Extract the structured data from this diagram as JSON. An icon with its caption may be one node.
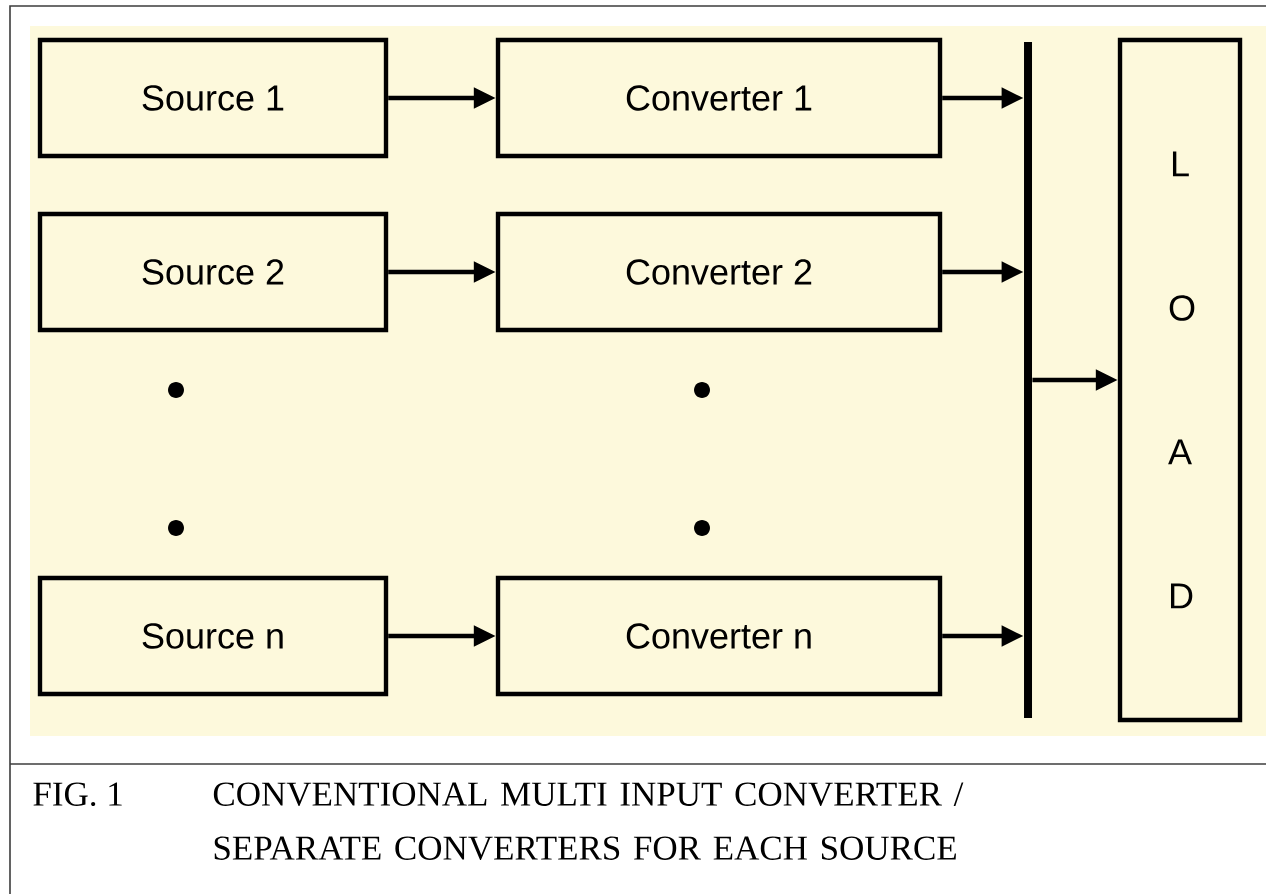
{
  "diagram": {
    "caption": "CONVENTIONAL MULTI INPUT CONVERTER / SEPARATE CONVERTERS FOR EACH SOURCE",
    "nodes": [
      {
        "text": [
          "Source  1"
        ]
      },
      {
        "text": [
          "Source  2"
        ]
      },
      {
        "text": [
          "Source  n"
        ]
      },
      {
        "text": [
          "Converter  1"
        ]
      },
      {
        "text": [
          "Converter  2"
        ]
      },
      {
        "text": [
          "Converter  n"
        ]
      },
      {
        "text": [],
        "shape": "bar"
      },
      {
        "text": [
          "L O A D"
        ]
      }
    ],
    "edges": [
      {
        "from": 0,
        "to": 3,
        "arrow": "to"
      },
      {
        "from": 1,
        "to": 4,
        "arrow": "to"
      },
      {
        "from": 2,
        "to": 5,
        "arrow": "to"
      },
      {
        "from": 3,
        "to": 6,
        "arrow": "to"
      },
      {
        "from": 4,
        "to": 6,
        "arrow": "to"
      },
      {
        "from": 5,
        "to": 6,
        "arrow": "to"
      },
      {
        "from": 6,
        "to": 7,
        "arrow": "to"
      }
    ],
    "labels": [
      "FIG. 1"
    ]
  }
}
